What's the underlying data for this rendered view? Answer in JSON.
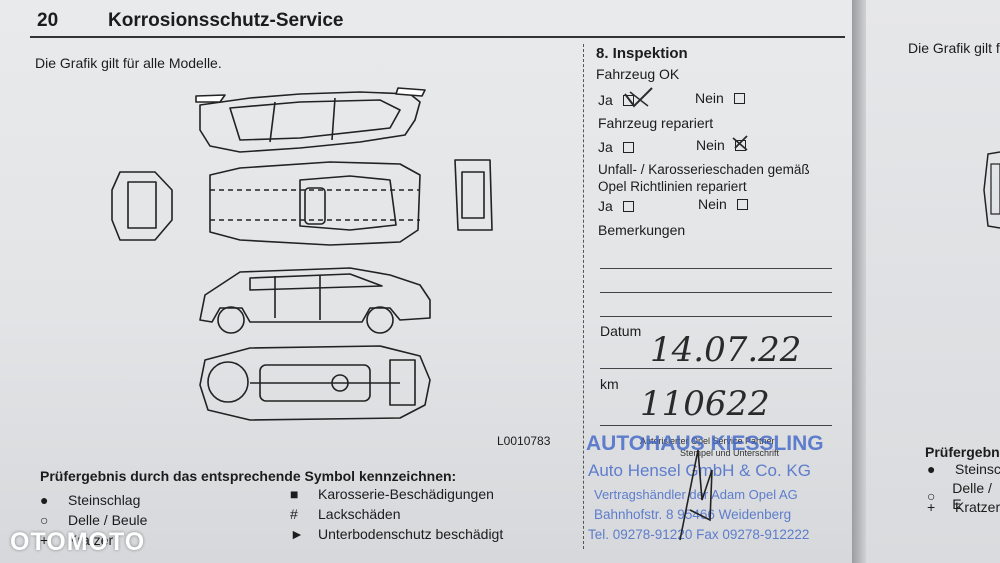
{
  "header": {
    "page_number": "20",
    "title": "Korrosionsschutz-Service"
  },
  "intro": "Die Grafik gilt für alle Modelle.",
  "diagram": {
    "code": "L0010783"
  },
  "legend": {
    "heading": "Prüfergebnis durch das entsprechende Symbol kennzeichnen:",
    "items": [
      {
        "symbol": "●",
        "label": "Steinschlag"
      },
      {
        "symbol": "○",
        "label": "Delle / Beule"
      },
      {
        "symbol": "+",
        "label": "Kratzer"
      },
      {
        "symbol": "■",
        "label": "Karosserie-Beschädigungen"
      },
      {
        "symbol": "#",
        "label": "Lackschäden"
      },
      {
        "symbol": "►",
        "label": "Unterbodenschutz beschädigt"
      }
    ]
  },
  "inspection": {
    "title": "8. Inspektion",
    "q1": "Fahrzeug OK",
    "q2": "Fahrzeug repariert",
    "q3_line1": "Unfall- / Karosserieschaden gemäß",
    "q3_line2": "Opel Richtlinien repariert",
    "yes": "Ja",
    "no": "Nein",
    "remarks": "Bemerkungen",
    "date_label": "Datum",
    "date_value": "14.07.22",
    "km_label": "km",
    "km_value": "110622"
  },
  "stamp": {
    "small1": "Autorisierter Opel Service Partner",
    "small2": "Stempel und Unterschrift",
    "line1": "AUTOHAUS KIESSLING",
    "line2": "Auto Hensel GmbH & Co. KG",
    "line3": "Vertragshändler der Adam Opel AG",
    "line4": "Bahnhofstr. 8   95466 Weidenberg",
    "line5": "Tel. 09278-91220  Fax 09278-912222"
  },
  "right_page": {
    "intro": "Die Grafik gilt für",
    "heading": "Prüfergebnis",
    "items": [
      {
        "symbol": "●",
        "label": "Steinsch"
      },
      {
        "symbol": "○",
        "label": "Delle / E"
      },
      {
        "symbol": "+",
        "label": "Kratzer"
      }
    ]
  },
  "watermark": "OTOMOTO"
}
